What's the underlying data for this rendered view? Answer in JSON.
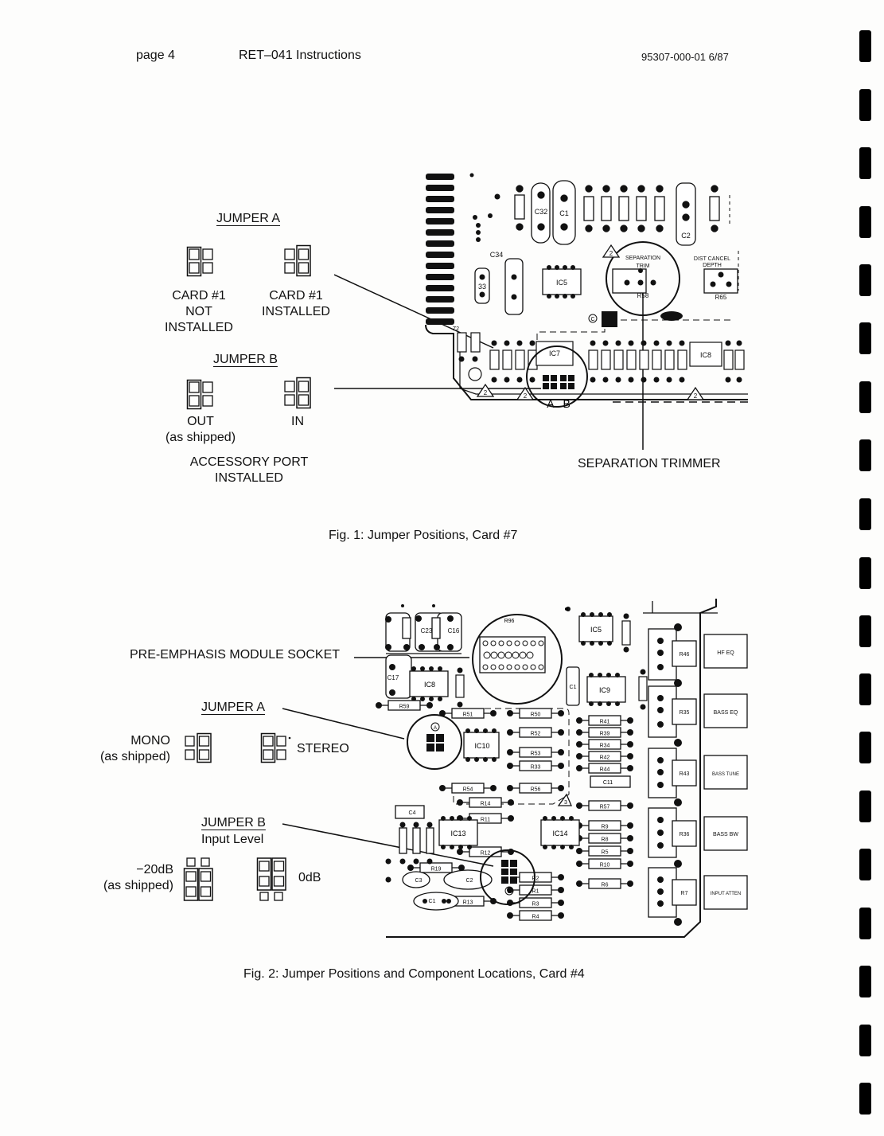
{
  "header": {
    "page": "page 4",
    "title": "RET–041 Instructions",
    "doc_number": "95307-000-01 6/87"
  },
  "figure1": {
    "caption": "Fig. 1: Jumper Positions, Card #7",
    "jumper_a": {
      "title": "JUMPER A",
      "options": [
        {
          "line1": "CARD #1",
          "line2": "NOT",
          "line3": "INSTALLED",
          "bridged": "left"
        },
        {
          "line1": "CARD #1",
          "line2": "INSTALLED",
          "bridged": "right"
        }
      ]
    },
    "jumper_b": {
      "title": "JUMPER B",
      "options": [
        {
          "line1": "OUT",
          "line2": "(as shipped)",
          "bridged": "left"
        },
        {
          "line1": "IN",
          "bridged": "right"
        }
      ],
      "note_line1": "ACCESSORY PORT",
      "note_line2": "INSTALLED"
    },
    "callout": "SEPARATION TRIMMER",
    "board_labels": {
      "sep_trim_1": "SEPARATION",
      "sep_trim_2": "TRIM",
      "dist_1": "DIST CANCEL",
      "dist_2": "DEPTH",
      "ic5": "IC5",
      "ic7": "IC7",
      "ic8": "IC8",
      "r58": "R58",
      "r65": "R65",
      "c1": "C1",
      "c2": "C2",
      "c32": "C32",
      "c34": "C34",
      "c33": "33",
      "jumper_ab": "A . B",
      "mark_c": "C",
      "mark_2": "2",
      "z2": "Z2"
    }
  },
  "figure2": {
    "caption": "Fig. 2: Jumper Positions and Component Locations, Card #4",
    "socket_label": "PRE-EMPHASIS MODULE SOCKET",
    "jumper_a": {
      "title": "JUMPER A",
      "mono_line1": "MONO",
      "mono_line2": "(as shipped)",
      "stereo": "STEREO"
    },
    "jumper_b": {
      "title": "JUMPER B",
      "subtitle": "Input Level",
      "neg20_line1": "−20dB",
      "neg20_line2": "(as shipped)",
      "zero": "0dB"
    },
    "board_labels": {
      "r96": "R96",
      "ic5": "IC5",
      "ic8": "IC8",
      "ic9": "IC9",
      "ic10": "IC10",
      "ic13": "IC13",
      "ic14": "IC14",
      "c23": "C23",
      "c16": "C16",
      "c17": "C17",
      "c4": "C4",
      "c3": "C3",
      "c2": "C2",
      "c1": "C1",
      "c11": "C11",
      "mark_a": "A",
      "mark_b": "B",
      "mark_3": "3",
      "resistors_row": [
        "R51",
        "R50",
        "R52",
        "R53",
        "R33",
        "R54",
        "R56",
        "R41",
        "R39",
        "R34",
        "R42",
        "R44",
        "R57",
        "R9",
        "R8",
        "R5",
        "R10",
        "R6",
        "R14",
        "R11",
        "R12",
        "R19",
        "R13",
        "R2",
        "R1",
        "R3",
        "R4",
        "R59"
      ],
      "pots": [
        {
          "ref": "R46",
          "label": "HF EQ"
        },
        {
          "ref": "R35",
          "label": "BASS EQ"
        },
        {
          "ref": "R43",
          "label": "BASS TUNE"
        },
        {
          "ref": "R36",
          "label": "BASS BW"
        },
        {
          "ref": "R7",
          "label": "INPUT ATTEN"
        }
      ]
    }
  }
}
